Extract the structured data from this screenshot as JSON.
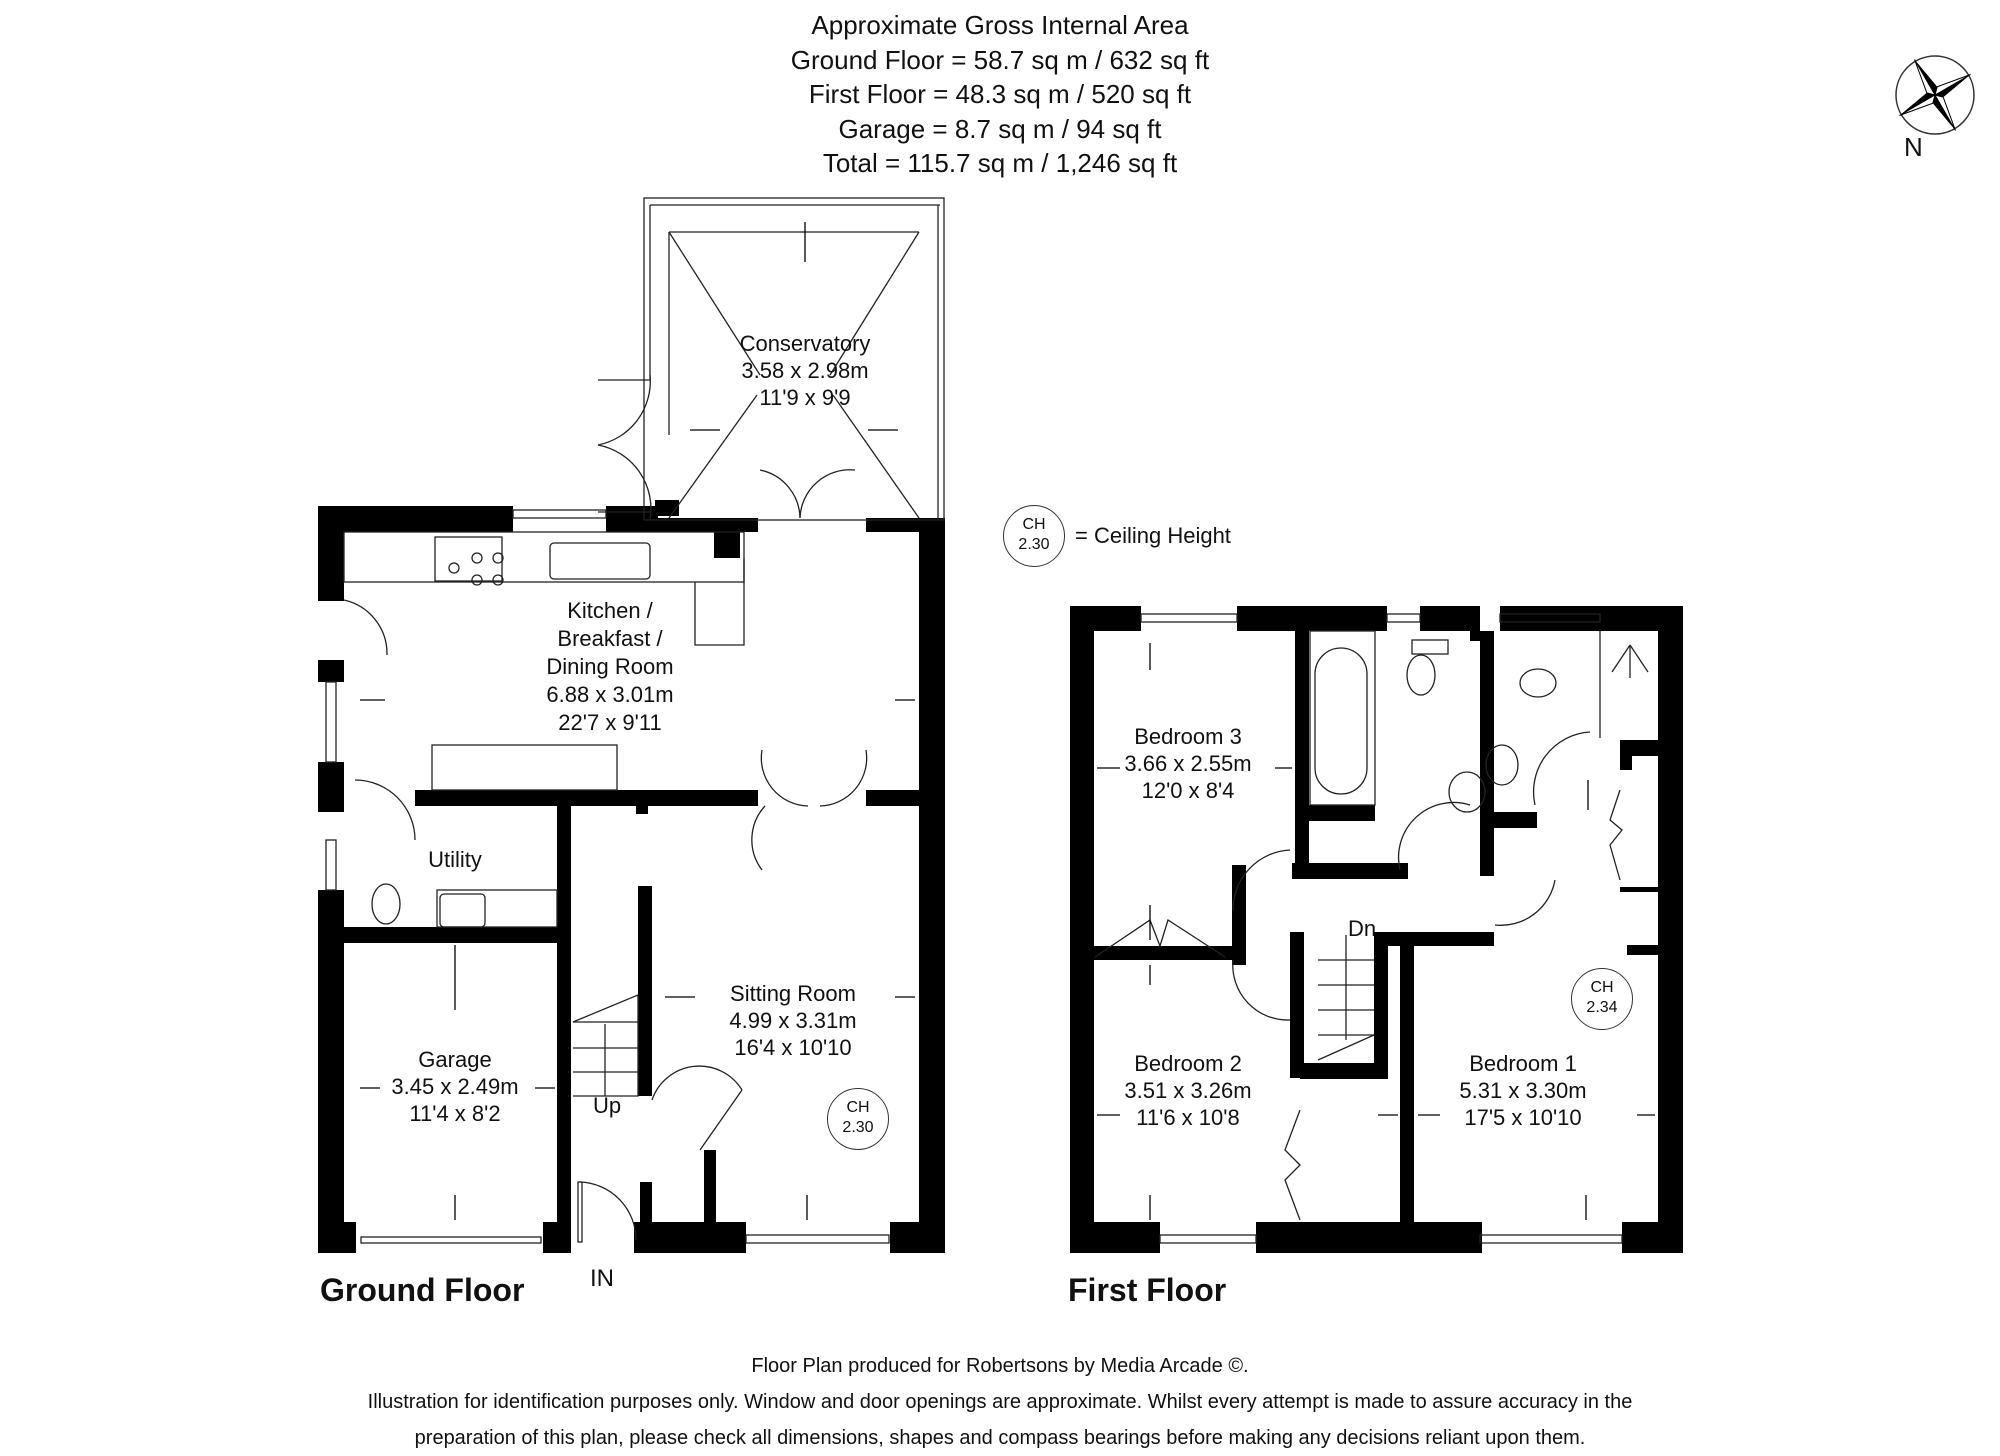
{
  "header": {
    "title": "Approximate Gross Internal Area",
    "ground_floor": "Ground Floor = 58.7 sq m / 632 sq ft",
    "first_floor": "First Floor = 48.3 sq m / 520 sq ft",
    "garage": "Garage = 8.7 sq m / 94 sq ft",
    "total": "Total = 115.7 sq m / 1,246 sq ft"
  },
  "compass": {
    "icon": "compass-star-icon",
    "label": "N"
  },
  "legend": {
    "ch_top": "CH",
    "ch_value": "2.30",
    "text": "= Ceiling Height"
  },
  "ground_floor": {
    "title": "Ground Floor",
    "entrance_label": "IN",
    "stairs_label": "Up",
    "rooms": {
      "conservatory": {
        "name": "Conservatory",
        "metric": "3.58 x 2.98m",
        "imperial": "11'9 x 9'9"
      },
      "kitchen": {
        "line1": "Kitchen /",
        "line2": "Breakfast /",
        "line3": "Dining Room",
        "metric": "6.88 x 3.01m",
        "imperial": "22'7 x 9'11"
      },
      "utility": {
        "name": "Utility"
      },
      "garage": {
        "name": "Garage",
        "metric": "3.45 x 2.49m",
        "imperial": "11'4 x 8'2"
      },
      "sitting_room": {
        "name": "Sitting Room",
        "metric": "4.99 x 3.31m",
        "imperial": "16'4 x 10'10"
      }
    },
    "ceiling_height": {
      "label": "CH",
      "value": "2.30"
    }
  },
  "first_floor": {
    "title": "First Floor",
    "stairs_label": "Dn",
    "rooms": {
      "bedroom3": {
        "name": "Bedroom 3",
        "metric": "3.66 x 2.55m",
        "imperial": "12'0 x 8'4"
      },
      "bedroom2": {
        "name": "Bedroom 2",
        "metric": "3.51 x 3.26m",
        "imperial": "11'6 x 10'8"
      },
      "bedroom1": {
        "name": "Bedroom 1",
        "metric": "5.31 x 3.30m",
        "imperial": "17'5 x 10'10"
      }
    },
    "ceiling_height": {
      "label": "CH",
      "value": "2.34"
    }
  },
  "footer": {
    "line1": "Floor Plan produced for Robertsons by Media Arcade ©.",
    "line2": "Illustration for identification purposes only. Window and door openings are approximate. Whilst every attempt is made to assure accuracy in the",
    "line3": "preparation of this plan, please check all dimensions, shapes and compass bearings before making any decisions reliant upon them."
  }
}
